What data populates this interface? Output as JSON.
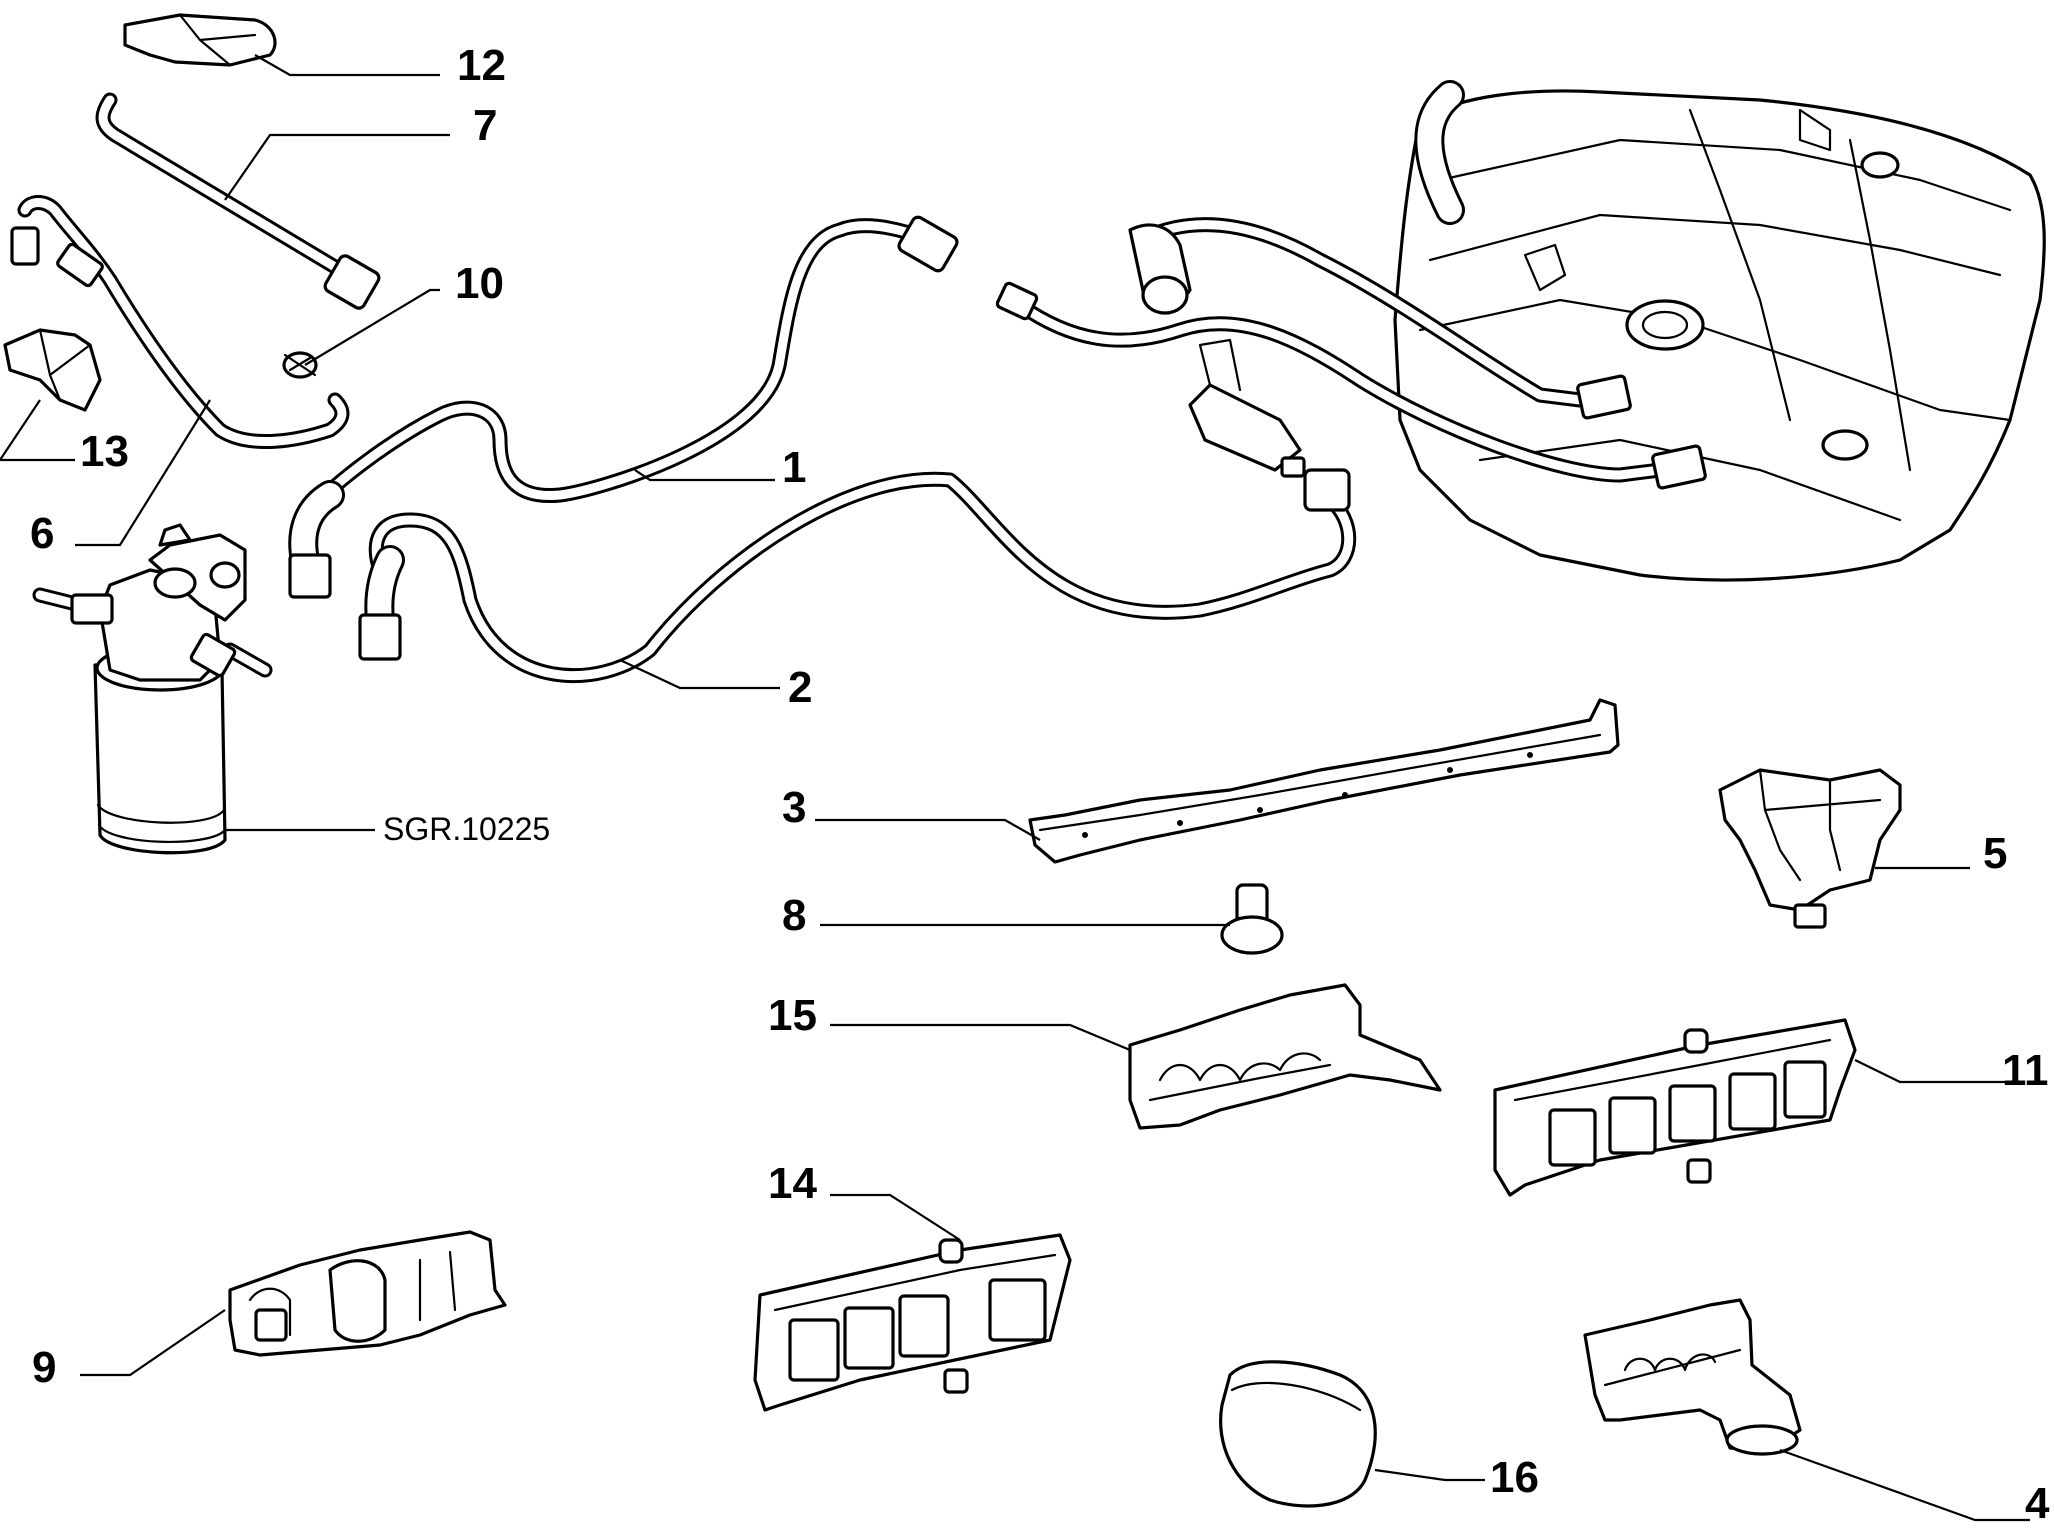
{
  "diagram": {
    "drawing_code": "SGR.10225",
    "callouts": [
      {
        "id": "1",
        "label": "1"
      },
      {
        "id": "2",
        "label": "2"
      },
      {
        "id": "3",
        "label": "3"
      },
      {
        "id": "4",
        "label": "4"
      },
      {
        "id": "5",
        "label": "5"
      },
      {
        "id": "6",
        "label": "6"
      },
      {
        "id": "7",
        "label": "7"
      },
      {
        "id": "8",
        "label": "8"
      },
      {
        "id": "9",
        "label": "9"
      },
      {
        "id": "10",
        "label": "10"
      },
      {
        "id": "11",
        "label": "11"
      },
      {
        "id": "12",
        "label": "12"
      },
      {
        "id": "13",
        "label": "13"
      },
      {
        "id": "14",
        "label": "14"
      },
      {
        "id": "15",
        "label": "15"
      },
      {
        "id": "16",
        "label": "16"
      }
    ]
  }
}
